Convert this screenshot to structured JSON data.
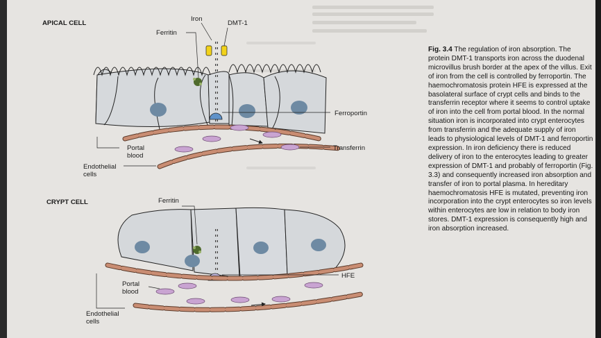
{
  "figure": {
    "apical": {
      "title": "APICAL CELL",
      "labels": {
        "iron": "Iron",
        "dmt1": "DMT-1",
        "ferritin": "Ferritin",
        "ferroportin": "Ferroportin",
        "transferrin": "Transferrin",
        "portal_blood": "Portal\nblood",
        "portal_blood_l1": "Portal",
        "portal_blood_l2": "blood",
        "endothelial_l1": "Endothelial",
        "endothelial_l2": "cells"
      }
    },
    "crypt": {
      "title": "CRYPT CELL",
      "labels": {
        "ferritin": "Ferritin",
        "hfe": "HFE",
        "portal_blood_l1": "Portal",
        "portal_blood_l2": "blood",
        "endothelial_l1": "Endothelial",
        "endothelial_l2": "cells"
      }
    }
  },
  "caption": {
    "label": "Fig. 3.4",
    "text": "The regulation of iron absorption. The protein DMT-1 transports iron across the duodenal microvillus brush border at the apex of the villus. Exit of iron from the cell is controlled by ferroportin. The haemochromatosis protein HFE is expressed at the basolateral surface of crypt cells and binds to the transferrin receptor where it seems to control uptake of iron into the cell from portal blood. In the normal situation iron is incorporated into crypt enterocytes from transferrin and the adequate supply of iron leads to physiological levels of DMT-1 and ferroportin expression. In iron deficiency there is reduced delivery of iron to the enterocytes leading to greater expression of DMT-1 and probably of ferroportin (Fig. 3.3) and consequently increased iron absorption and transfer of iron to portal plasma. In hereditary haemochromatosis HFE is mutated, preventing iron incorporation into the crypt enterocytes so iron levels within enterocytes are low in relation to body iron stores. DMT-1 expression is consequently high and iron absorption increased."
  },
  "colors": {
    "cell_fill": "#d5d8db",
    "nucleus": "#6e8aa3",
    "endothelial": "#c98d73",
    "rbc": "#c9a4d2",
    "dmt1": "#f2d21b",
    "ferroportin": "#5f92c9",
    "hfe": "#b8b0d6",
    "ferritin": "#4f6b2d"
  }
}
